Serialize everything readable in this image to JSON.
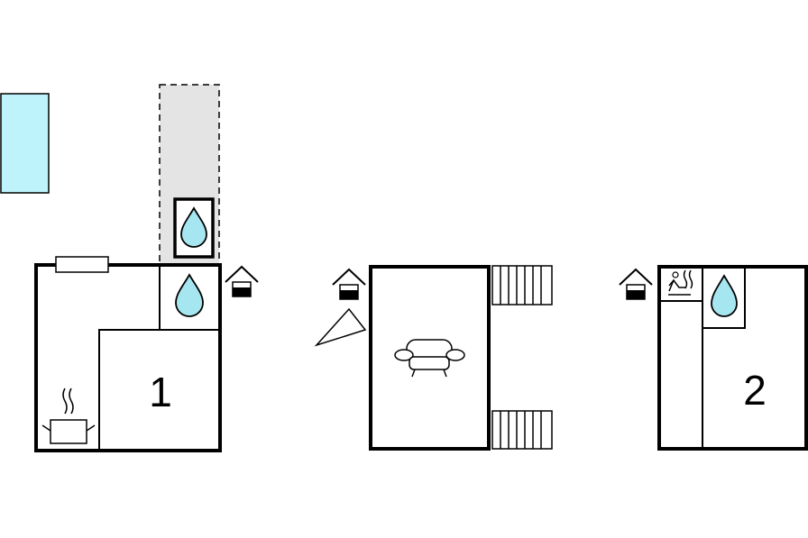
{
  "floorplan": {
    "colors": {
      "pool": "#bff3fb",
      "water": "#a6e6f0",
      "terrace": "#e4e4e4",
      "line": "#000000"
    },
    "building1": {
      "room_number": "1"
    },
    "building2": {},
    "building3": {
      "room_number": "2"
    },
    "icons": [
      "pool",
      "terrace-dashed",
      "water-drop-icon",
      "entrance-icon",
      "kitchen-pot-icon",
      "radiator-icon",
      "sofa-icon",
      "stairs-icon",
      "sauna-icon",
      "triangle-marker"
    ]
  }
}
